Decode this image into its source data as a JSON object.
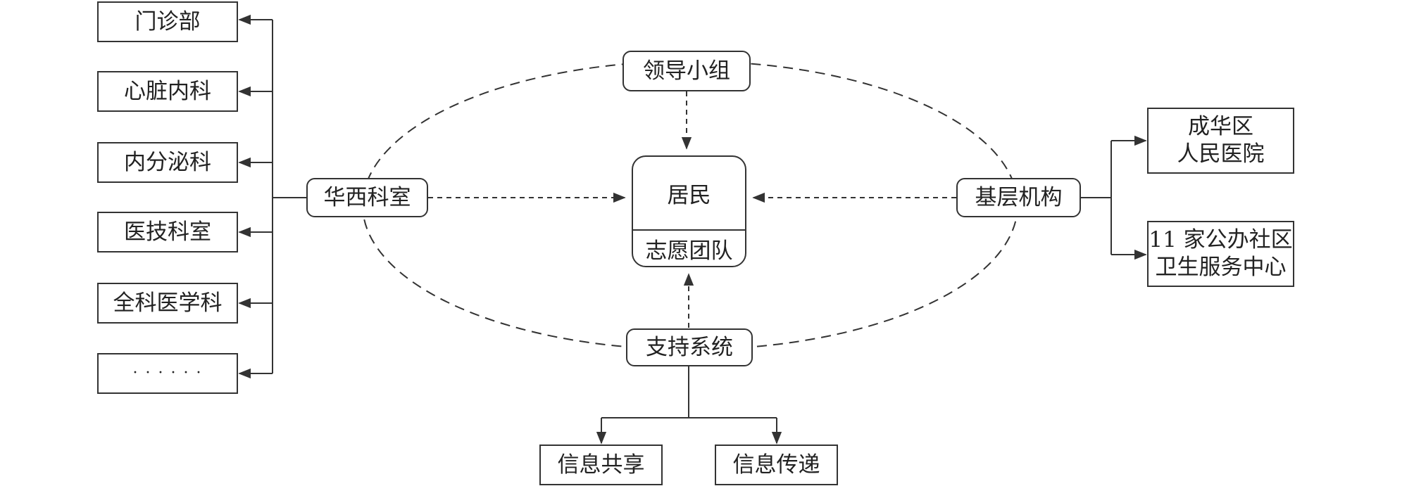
{
  "departments": {
    "items": [
      "门诊部",
      "心脏内科",
      "内分泌科",
      "医技科室",
      "全科医学科",
      "· · · · · ·"
    ]
  },
  "nodes": {
    "huaxi": "华西科室",
    "leadership": "领导小组",
    "grassroots": "基层机构",
    "support": "支持系统"
  },
  "center": {
    "top": "居民",
    "bottom": "志愿团队"
  },
  "institutions": {
    "chenghua": "成华区\n人民医院",
    "community": "11 家公办社区\n卫生服务中心"
  },
  "info": {
    "share": "信息共享",
    "transfer": "信息传递"
  }
}
